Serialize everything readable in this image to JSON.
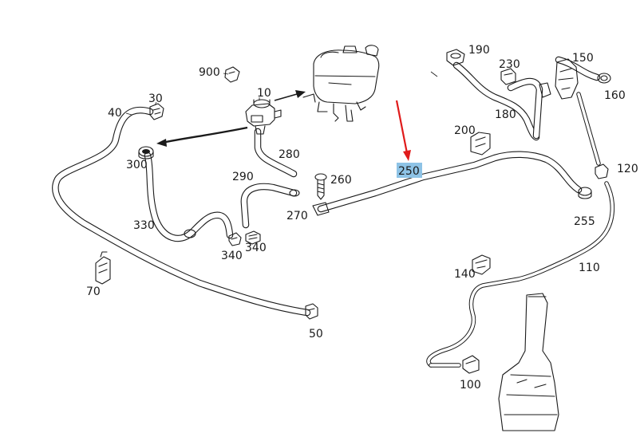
{
  "labels": {
    "p10": "10",
    "p30": "30",
    "p40": "40",
    "p50": "50",
    "p70": "70",
    "p100": "100",
    "p110": "110",
    "p120": "120",
    "p140": "140",
    "p150": "150",
    "p160": "160",
    "p180": "180",
    "p190": "190",
    "p200": "200",
    "p230": "230",
    "p250": "250",
    "p255": "255",
    "p260": "260",
    "p270": "270",
    "p280": "280",
    "p290": "290",
    "p300": "300",
    "p330": "330",
    "p340a": "340",
    "p340b": "340",
    "p900": "900"
  },
  "highlight": {
    "part": "250",
    "color": "#8ec3e6",
    "arrow_color": "#e01b1b"
  }
}
